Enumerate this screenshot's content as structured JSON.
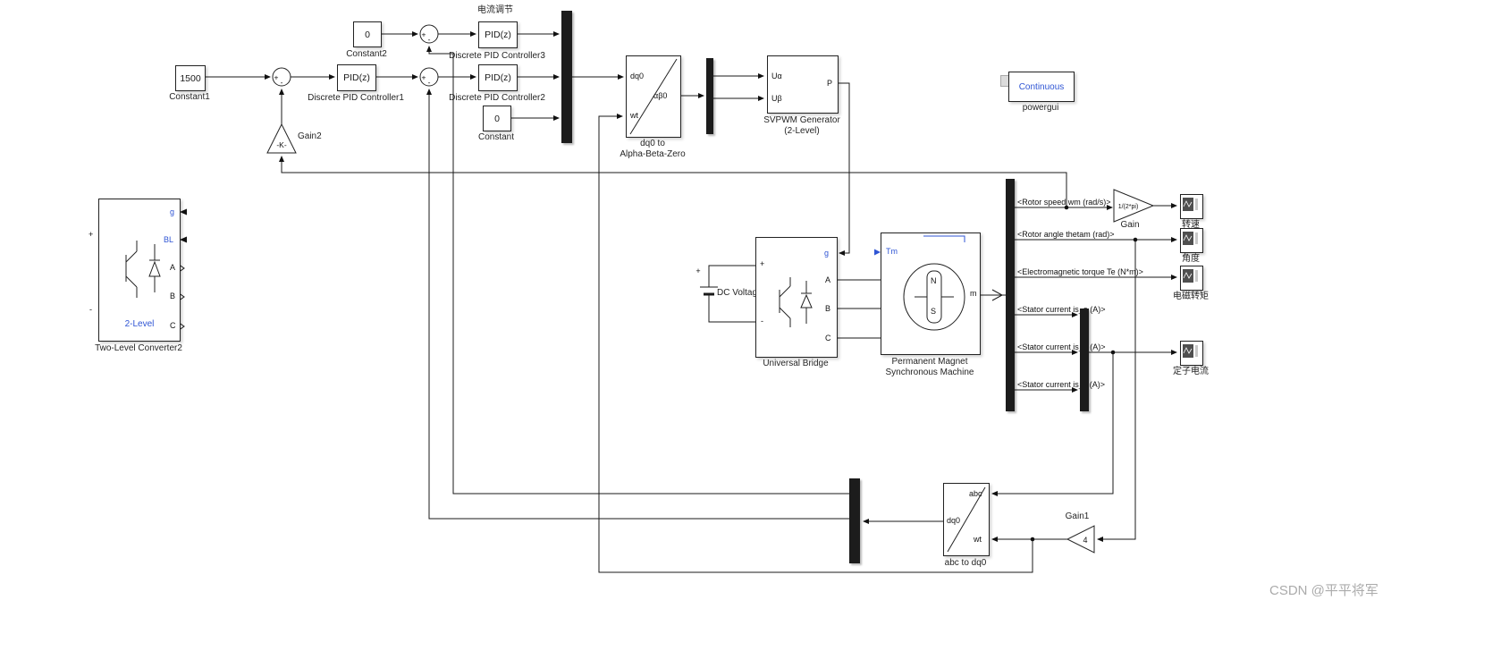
{
  "colors": {
    "accent_blue": "#2f55d4",
    "wire": "#1a1a1a"
  },
  "annotations": {
    "current_loop": "电流调节",
    "watermark": "CSDN @平平将军"
  },
  "sum": {
    "plus": "+",
    "minus": "-"
  },
  "constant1": {
    "value": "1500",
    "label": "Constant1"
  },
  "constant2": {
    "value": "0",
    "label": "Constant2"
  },
  "constant3": {
    "value": "0",
    "label": "Constant"
  },
  "pid1": {
    "text": "PID(z)",
    "label": "Discrete PID Controller1"
  },
  "pid2": {
    "text": "PID(z)",
    "label": "Discrete PID Controller2"
  },
  "pid3": {
    "text": "PID(z)",
    "label": "Discrete PID Controller3"
  },
  "gain2": {
    "text": "-K-",
    "label": "Gain2"
  },
  "gain": {
    "text": "1/(2*pi)",
    "label": "Gain"
  },
  "gain1": {
    "text": "4",
    "label": "Gain1"
  },
  "dq0_to_ab": {
    "in1": "dq0",
    "out": "αβ0",
    "in2": "wt",
    "label1": "dq0 to",
    "label2": "Alpha-Beta-Zero"
  },
  "abc_to_dq0": {
    "in1": "abc",
    "out": "dq0",
    "in2": "wt",
    "label": "abc to dq0"
  },
  "svpwm": {
    "in1": "Uα",
    "in2": "Uβ",
    "out": "P",
    "label1": "SVPWM Generator",
    "label2": "(2-Level)"
  },
  "powergui": {
    "text": "Continuous",
    "label": "powergui"
  },
  "converter": {
    "g": "g",
    "bl": "BL",
    "a": "A",
    "b": "B",
    "c": "C",
    "plus": "+",
    "minus": "-",
    "mode": "2-Level",
    "label": "Two-Level Converter2"
  },
  "dc_source": {
    "plus": "+",
    "label": "DC Voltage"
  },
  "bridge": {
    "g": "g",
    "a": "A",
    "b": "B",
    "c": "C",
    "plus": "+",
    "minus": "-",
    "label": "Universal Bridge"
  },
  "pmsm": {
    "tm": "Tm",
    "m": "m",
    "n": "N",
    "s": "S",
    "label1": "Permanent Magnet",
    "label2": "Synchronous Machine"
  },
  "bus_signals": [
    "<Rotor speed wm (rad/s)>",
    "<Rotor angle thetam (rad)>",
    "<Electromagnetic torque Te (N*m)>",
    "<Stator current is_a (A)>",
    "<Stator current is_b (A)>",
    "<Stator current is_c (A)>"
  ],
  "scopes": [
    {
      "label": "转速"
    },
    {
      "label": "角度"
    },
    {
      "label": "电磁转矩"
    },
    {
      "label": "定子电流"
    }
  ]
}
